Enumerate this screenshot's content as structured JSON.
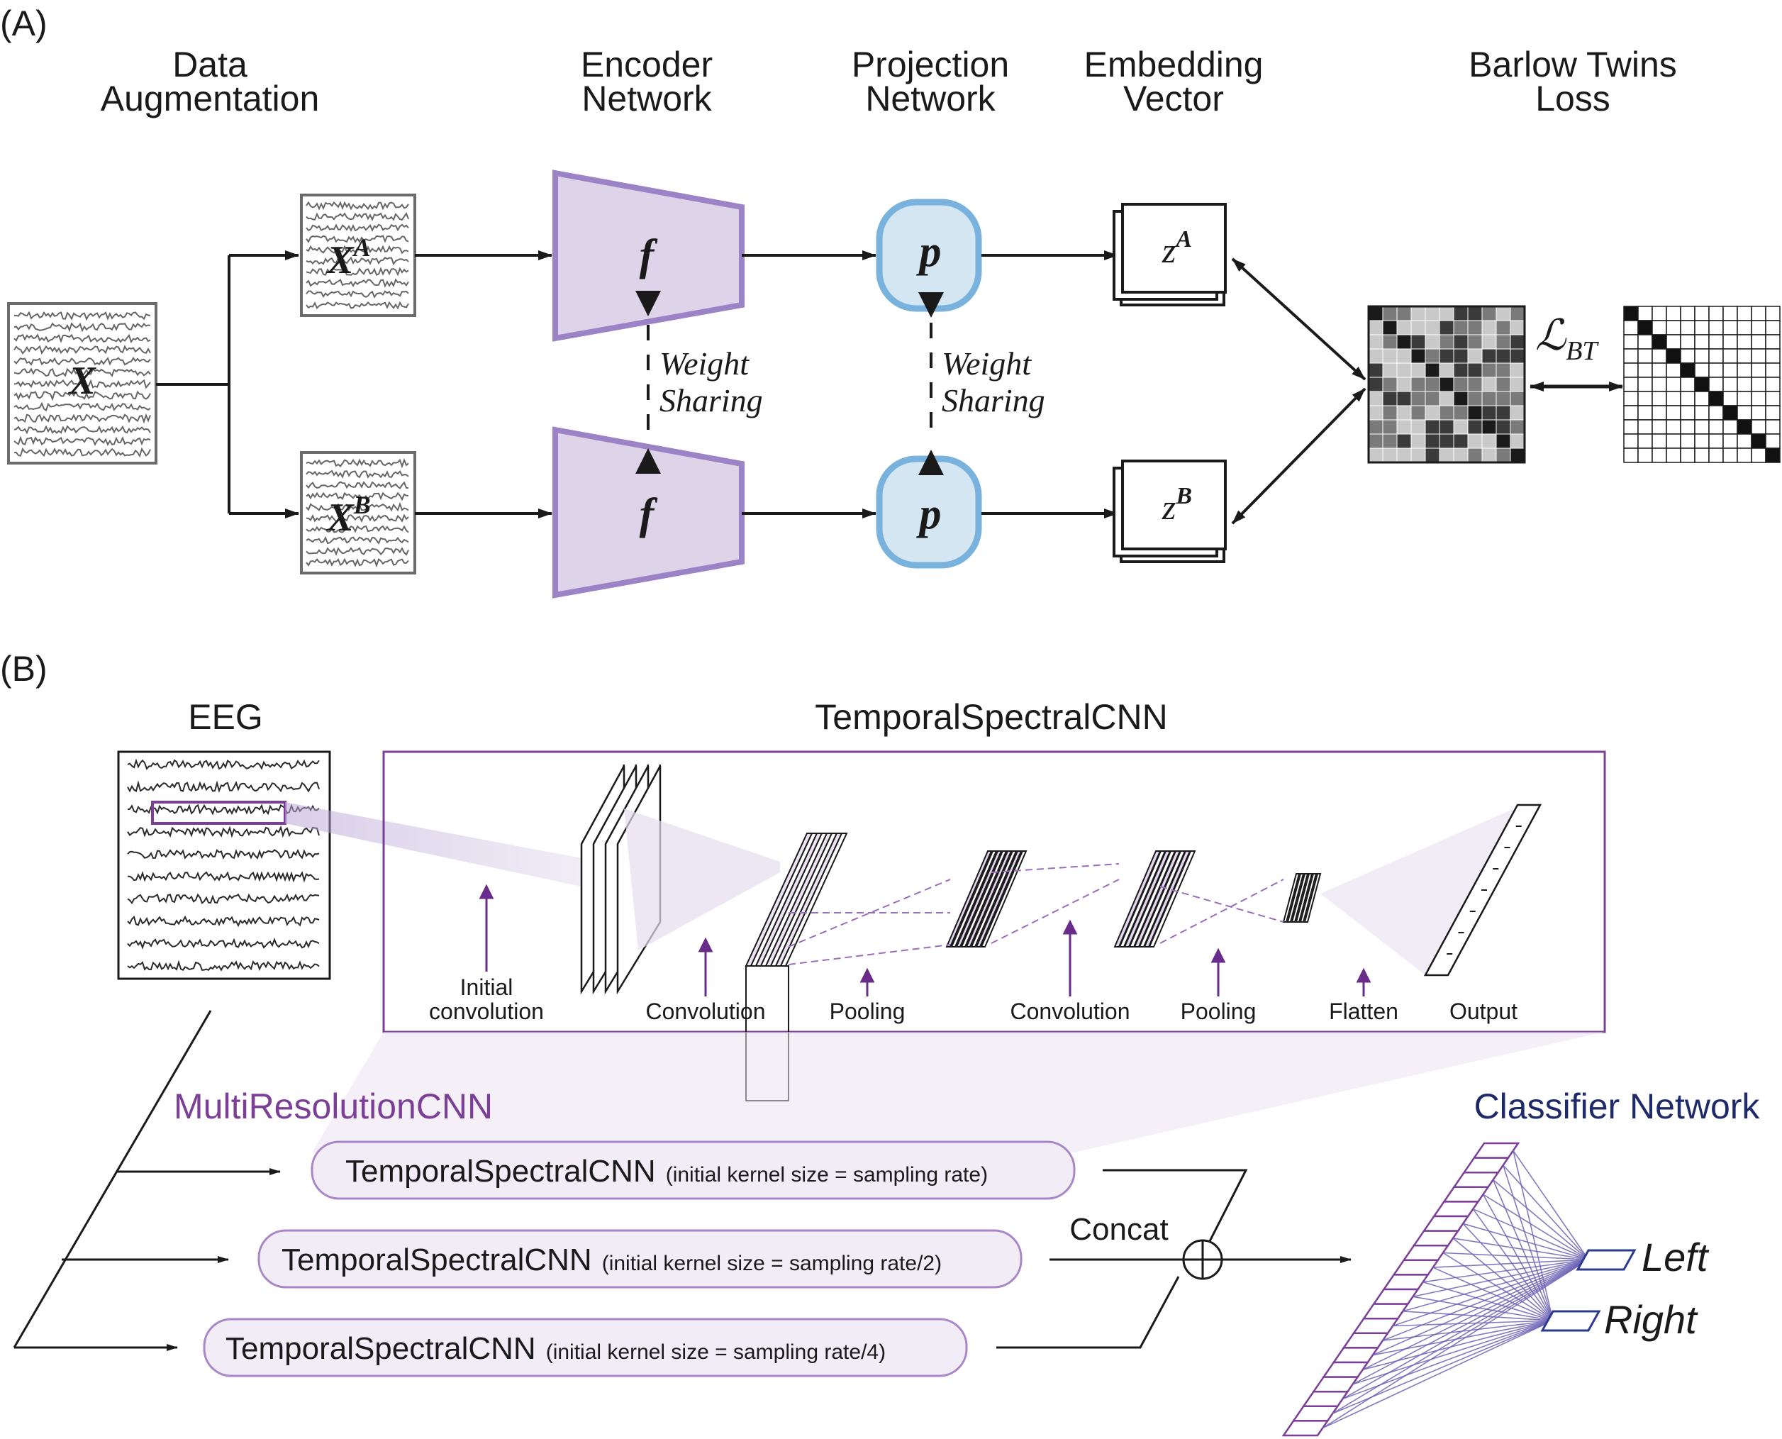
{
  "panel_a": {
    "label": "(A)",
    "stage_titles": {
      "data_augmentation": [
        "Data",
        "Augmentation"
      ],
      "encoder_network": [
        "Encoder",
        "Network"
      ],
      "projection_network": [
        "Projection",
        "Network"
      ],
      "embedding_vector": [
        "Embedding",
        "Vector"
      ],
      "barlow_twins_loss": [
        "Barlow Twins",
        "Loss"
      ]
    },
    "input_symbol": "X",
    "view_a_symbol": "X",
    "view_a_superscript": "A",
    "view_b_symbol": "X",
    "view_b_superscript": "B",
    "encoder_symbol": "f",
    "projector_symbol": "p",
    "embedding_a_symbol": "z",
    "embedding_a_superscript": "A",
    "embedding_b_symbol": "z",
    "embedding_b_superscript": "B",
    "weight_sharing_label": [
      "Weight",
      "Sharing"
    ],
    "loss_symbol": "ℒ",
    "loss_subscript": "BT",
    "colors": {
      "encoder_fill": "#ddd4e9",
      "encoder_stroke": "#9b83c6",
      "projector_fill": "#d5e6f3",
      "projector_stroke": "#79b2dd",
      "matrix_dark": "#3a3a3a",
      "matrix_mid": "#7a7a7a",
      "matrix_light": "#c9c9c9",
      "matrix_diag": "#1a1a1a"
    }
  },
  "panel_b": {
    "label": "(B)",
    "eeg_title": "EEG",
    "tscnn_title": "TemporalSpectralCNN",
    "layer_labels": {
      "initial_convolution": [
        "Initial",
        "convolution"
      ],
      "convolution_1": "Convolution",
      "pooling_1": "Pooling",
      "convolution_2": "Convolution",
      "pooling_2": "Pooling",
      "flatten": "Flatten",
      "output": "Output"
    },
    "multires_title": "MultiResolutionCNN",
    "branches": [
      {
        "name": "TemporalSpectralCNN",
        "note": "(initial kernel size = sampling rate)"
      },
      {
        "name": "TemporalSpectralCNN",
        "note": "(initial kernel size = sampling rate/2)"
      },
      {
        "name": "TemporalSpectralCNN",
        "note": "(initial kernel size = sampling rate/4)"
      }
    ],
    "concat_label": "Concat",
    "classifier_title": "Classifier Network",
    "class_left": "Left",
    "class_right": "Right",
    "colors": {
      "purple": "#7b3f98",
      "branch_fill": "#f1ecf6",
      "branch_stroke": "#a886c7",
      "classifier_title": "#1f2a6b",
      "output_box": "#2c3a8c",
      "fc_lines": "#6e63b6"
    }
  }
}
